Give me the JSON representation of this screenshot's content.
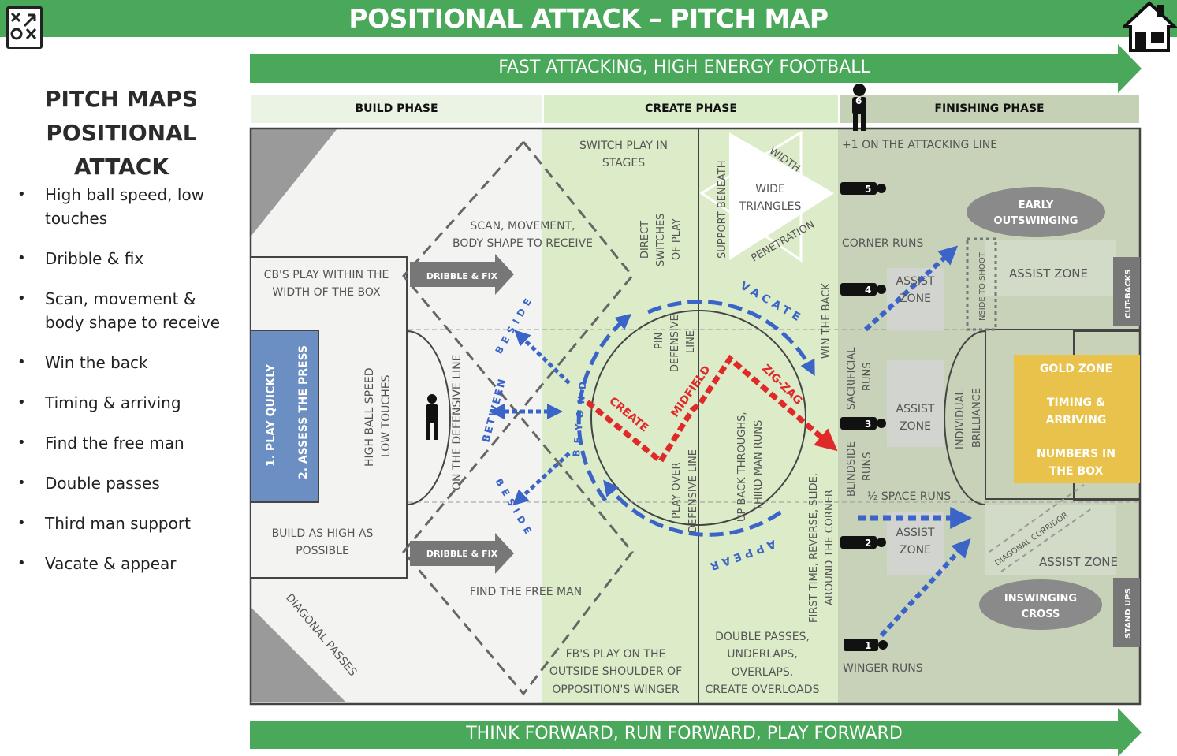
{
  "header": {
    "title": "POSITIONAL ATTACK – PITCH MAP",
    "logo_icon": "tactics-board-icon",
    "home_icon": "home-icon"
  },
  "sidebar": {
    "title_line1": "PITCH MAPS",
    "title_line2": "POSITIONAL ATTACK",
    "bullets": [
      "High ball speed, low touches",
      "Dribble & fix",
      "Scan, movement & body shape to receive",
      "Win the back",
      "Timing & arriving",
      "Find the free man",
      "Double passes",
      "Third man support",
      "Vacate & appear"
    ]
  },
  "banners": {
    "top": "FAST ATTACKING, HIGH ENERGY FOOTBALL",
    "bottom": "THINK FORWARD, RUN FORWARD, PLAY FORWARD"
  },
  "phases": {
    "build": "BUILD PHASE",
    "create": "CREATE PHASE",
    "finishing": "FINISHING PHASE"
  },
  "build": {
    "cb_line1": "CB'S PLAY WITHIN THE",
    "cb_line2": "WIDTH OF THE BOX",
    "play_quickly": "1. PLAY QUICKLY",
    "assess_press": "2. ASSESS THE PRESS",
    "speed_line1": "HIGH BALL SPEED",
    "speed_line2": "LOW TOUCHES",
    "build_high_1": "BUILD AS HIGH AS",
    "build_high_2": "POSSIBLE",
    "diagonal": "DIAGONAL PASSES",
    "dribble_top": "DRIBBLE & FIX",
    "dribble_bottom": "DRIBBLE & FIX",
    "defensive_line": "ON THE DEFENSIVE LINE",
    "between": "BETWEEN",
    "beside_top": "BESIDE",
    "beside_bottom": "BESIDE",
    "beyond": "BEYOND",
    "scan_1": "SCAN, MOVEMENT,",
    "scan_2": "BODY SHAPE TO RECEIVE",
    "free_man": "FIND THE FREE MAN"
  },
  "create": {
    "switch_1": "SWITCH PLAY IN",
    "switch_2": "STAGES",
    "direct_1": "DIRECT",
    "direct_2": "SWITCHES",
    "direct_3": "OF PLAY",
    "support": "SUPPORT BENEATH",
    "width": "WIDTH",
    "wide_1": "WIDE",
    "wide_2": "TRIANGLES",
    "penetration": "PENETRATION",
    "vacate": "VACATE",
    "appear": "APPEAR",
    "pin_1": "PIN",
    "pin_2": "DEFENSIVE",
    "pin_3": "LINE",
    "create": "CREATE",
    "midfield": "MIDFIELD",
    "zigzag": "ZIG-ZAG",
    "play_over_1": "PLAY OVER",
    "play_over_2": "DEFENSIVE LINE",
    "upback_1": "UP BACK THROUGHS,",
    "upback_2": "THIRD MAN RUNS",
    "fb_1": "FB'S PLAY ON THE",
    "fb_2": "OUTSIDE SHOULDER OF",
    "fb_3": "OPPOSITION'S WINGER",
    "double_1": "DOUBLE PASSES,",
    "double_2": "UNDERLAPS,",
    "double_3": "OVERLAPS,",
    "double_4": "CREATE OVERLOADS",
    "first_time_1": "FIRST TIME, REVERSE, SLIDE,",
    "first_time_2": "AROUND THE CORNER",
    "win_back": "WIN THE BACK"
  },
  "finishing": {
    "attacking_line": "+1 ON THE ATTACKING LINE",
    "corner_runs": "CORNER RUNS",
    "early": "EARLY",
    "outswinging": "OUTSWINGING",
    "assist_zone": "ASSIST ZONE",
    "cutbacks": "CUT-BACKS",
    "assist_a": "ASSIST",
    "assist_b": "ZONE",
    "inside_shoot": "INSIDE TO SHOOT",
    "sacrificial": "SACRIFICIAL",
    "runs": "RUNS",
    "blindside": "BLINDSIDE",
    "individual": "INDIVIDUAL",
    "brilliance": "BRILLIANCE",
    "gold_zone": "GOLD ZONE",
    "timing_1": "TIMING &",
    "timing_2": "ARRIVING",
    "numbers_1": "NUMBERS IN",
    "numbers_2": "THE BOX",
    "space_runs": "½ SPACE RUNS",
    "diag_corridor": "DIAGONAL CORRIDOR",
    "assist_zone_low": "ASSIST ZONE",
    "inswinging": "INSWINGING",
    "cross": "CROSS",
    "standups": "STAND UPS",
    "winger_runs": "WINGER RUNS"
  },
  "players": {
    "p5": "5",
    "p4": "4",
    "p3": "3",
    "p2": "2",
    "p1": "1",
    "p6": "6"
  },
  "colors": {
    "brand_green": "#4aa85a",
    "run_blue": "#3a64c8",
    "drive_red": "#e02a2a",
    "gold": "#e8c24a",
    "zone_gray": "#8a8a8a",
    "box_blue": "#6b8fc2"
  }
}
